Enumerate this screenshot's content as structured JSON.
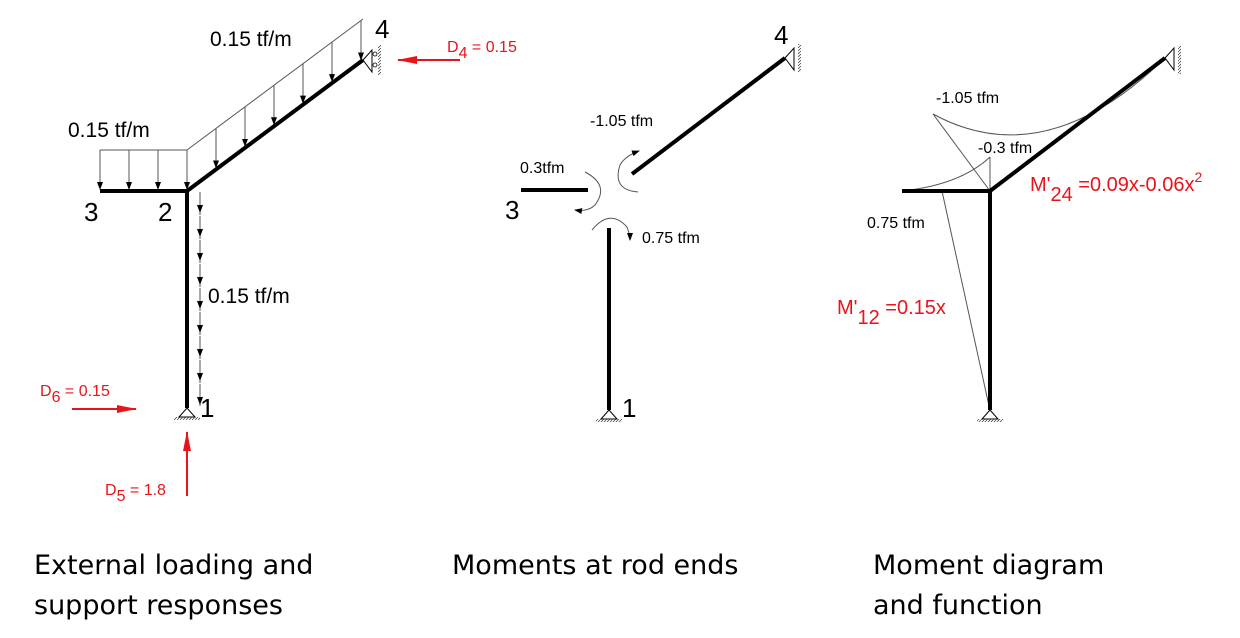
{
  "colors": {
    "reaction": "#e8141c",
    "member": "#000000",
    "thin": "#555555"
  },
  "panel1": {
    "load_slope": "0.15 tf/m",
    "load_cantilever": "0.15 tf/m",
    "load_column": "0.15 tf/m",
    "node1": "1",
    "node2": "2",
    "node3": "3",
    "node4": "4",
    "d4_base": "D",
    "d4_sub": "4",
    "d4_val": " = 0.15",
    "d6_base": "D",
    "d6_sub": "6",
    "d6_val": " = 0.15",
    "d5_base": "D",
    "d5_sub": "5",
    "d5_val": " = 1.8",
    "caption_line1": "External loading and",
    "caption_line2": "support responses"
  },
  "panel2": {
    "m24": "-1.05 tfm",
    "m23": "0.3tfm",
    "m21": "0.75 tfm",
    "node1": "1",
    "node3": "3",
    "node4": "4",
    "caption_line1": "Moments at rod ends"
  },
  "panel3": {
    "m_max": "-1.05 tfm",
    "m_node": "-0.3 tfm",
    "m_col": "0.75 tfm",
    "f24_base": "M'",
    "f24_sub": "24",
    "f24_eq": " =0.09x-0.06x",
    "f24_sup": "2",
    "f12_base": "M'",
    "f12_sub": "12",
    "f12_eq": " =0.15x",
    "caption_line1": "Moment diagram",
    "caption_line2": "and function"
  }
}
